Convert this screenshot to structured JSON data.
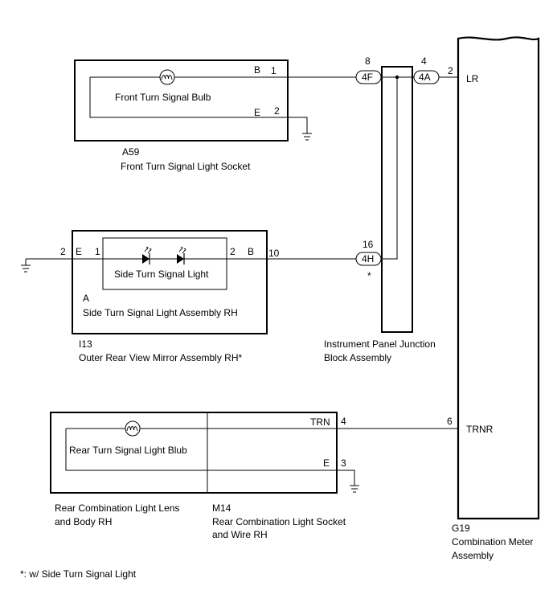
{
  "front_socket": {
    "bulb_label": "Front Turn Signal Bulb",
    "term_b": "B",
    "term_e": "E",
    "pin_b": "1",
    "pin_e": "2",
    "code": "A59",
    "name": "Front Turn Signal Light Socket"
  },
  "side_mirror": {
    "inner_label": "Side Turn Signal Light",
    "term_e": "E",
    "term_b": "B",
    "pin_e": "2",
    "pin_inner_left": "1",
    "pin_inner_right": "2",
    "pin_b": "10",
    "sub_code": "A",
    "sub_name": "Side Turn Signal Light Assembly RH",
    "code": "I13",
    "name": "Outer Rear View Mirror Assembly RH*"
  },
  "junction_block": {
    "pin_4f": "8",
    "conn_4f": "4F",
    "pin_4a": "4",
    "conn_4a": "4A",
    "pin_4h": "16",
    "conn_4h": "4H",
    "asterisk": "*",
    "name_line1": "Instrument Panel Junction",
    "name_line2": "Block Assembly"
  },
  "rear_light": {
    "bulb_label": "Rear Turn Signal Light Blub",
    "term_trn": "TRN",
    "term_e": "E",
    "pin_trn": "4",
    "pin_e": "3",
    "lens_line1": "Rear Combination Light Lens",
    "lens_line2": "and Body RH",
    "code": "M14",
    "socket_line1": "Rear Combination Light Socket",
    "socket_line2": "and Wire RH"
  },
  "combination_meter": {
    "pin_lr": "2",
    "term_lr": "LR",
    "pin_trnr": "6",
    "term_trnr": "TRNR",
    "code": "G19",
    "name_line1": "Combination Meter",
    "name_line2": "Assembly"
  },
  "footnote": "*: w/ Side Turn Signal Light"
}
